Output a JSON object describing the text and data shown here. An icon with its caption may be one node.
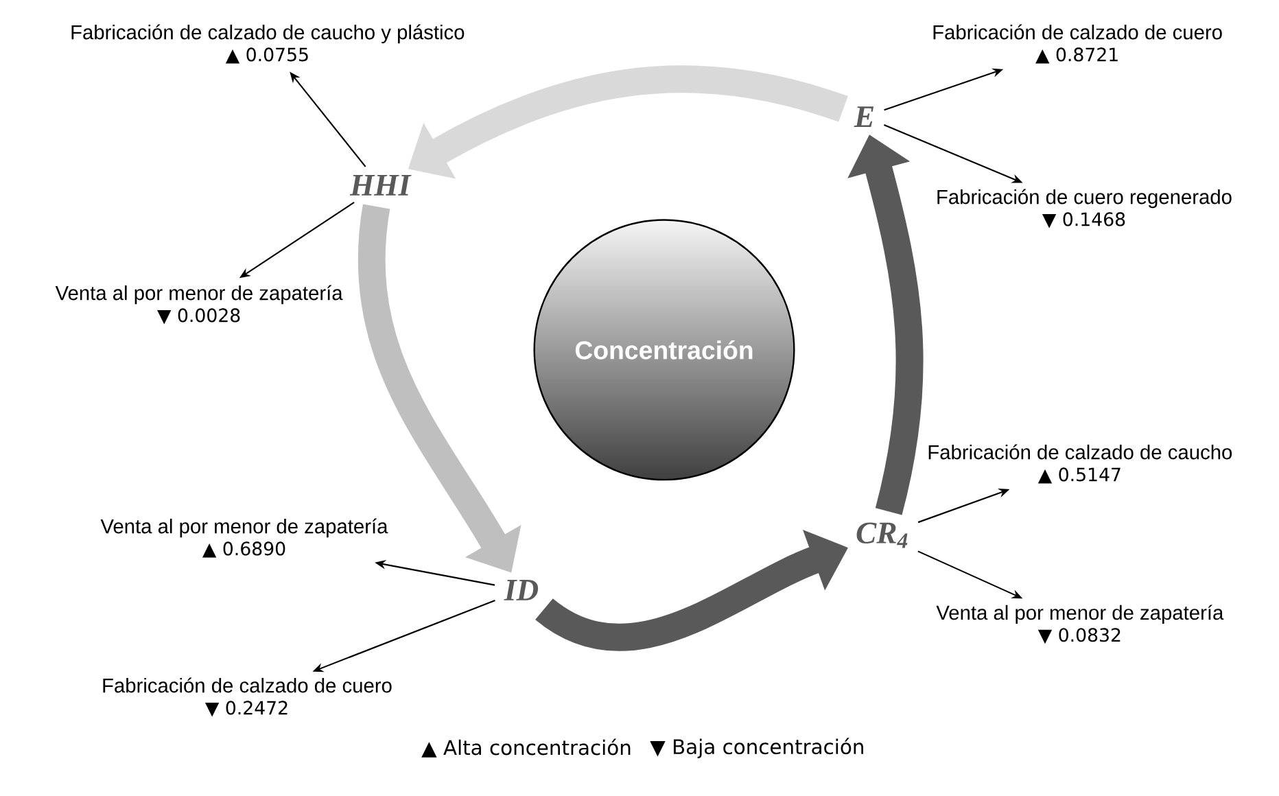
{
  "diagram": {
    "nodes": [
      {
        "text": [
          "Concentración"
        ]
      },
      {
        "text": [
          "HHI"
        ]
      },
      {
        "text": [
          "E"
        ]
      },
      {
        "text": [
          "CR$_{4}$"
        ]
      },
      {
        "text": [
          "ID"
        ]
      },
      {
        "text": [
          "Fabricación de calzado de caucho y plástico",
          "▲ 0.0755"
        ]
      },
      {
        "text": [
          "Venta al por menor de zapatería",
          "▼ 0.0028"
        ]
      },
      {
        "text": [
          "Fabricación de calzado de cuero",
          "▲ 0.8721"
        ]
      },
      {
        "text": [
          "Fabricación de cuero regenerado",
          "▼ 0.1468"
        ]
      },
      {
        "text": [
          "Fabricación de calzado de caucho",
          "▲ 0.5147"
        ]
      },
      {
        "text": [
          "Venta al por menor de zapatería",
          "▼ 0.0832"
        ]
      },
      {
        "text": [
          "Venta al por menor de zapatería",
          "▲ 0.6890"
        ]
      },
      {
        "text": [
          "Fabricación de calzado de cuero",
          "▼ 0.2472"
        ]
      }
    ],
    "edges": [
      {
        "from": 2,
        "to": 1,
        "arrow": "to",
        "style": "thick",
        "color": "#d9d9d9"
      },
      {
        "from": 1,
        "to": 4,
        "arrow": "to",
        "style": "thick",
        "color": "#bfbfbf"
      },
      {
        "from": 4,
        "to": 3,
        "arrow": "to",
        "style": "thick",
        "color": "#595959"
      },
      {
        "from": 3,
        "to": 2,
        "arrow": "to",
        "style": "thick",
        "color": "#595959"
      },
      {
        "from": 1,
        "to": 5,
        "arrow": "to"
      },
      {
        "from": 1,
        "to": 6,
        "arrow": "to"
      },
      {
        "from": 2,
        "to": 7,
        "arrow": "to"
      },
      {
        "from": 2,
        "to": 8,
        "arrow": "to"
      },
      {
        "from": 3,
        "to": 9,
        "arrow": "to"
      },
      {
        "from": 3,
        "to": 10,
        "arrow": "to"
      },
      {
        "from": 4,
        "to": 11,
        "arrow": "to"
      },
      {
        "from": 4,
        "to": 12,
        "arrow": "to"
      }
    ],
    "labels": [
      "▲ Alta concentración",
      "▼ Baja concentración"
    ]
  }
}
